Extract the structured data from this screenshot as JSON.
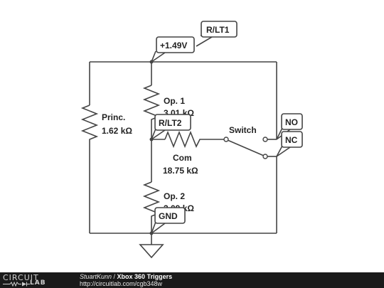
{
  "schematic": {
    "tags": {
      "vsource": "+1.49V",
      "rlt1": "R/LT1",
      "rlt2": "R/LT2",
      "no": "NO",
      "nc": "NC",
      "gnd": "GND"
    },
    "components": {
      "princ_name": "Princ.",
      "princ_value": "1.62 kΩ",
      "op1_name": "Op. 1",
      "op1_value": "3.01 kΩ",
      "com_name": "Com",
      "com_value": "18.75 kΩ",
      "switch_name": "Switch",
      "op2_name": "Op. 2",
      "op2_value": "3.09 kΩ"
    }
  },
  "footer": {
    "logo_top": "CIRCUIT",
    "logo_bottom": "LAB",
    "author": "StuartKunn",
    "separator": " / ",
    "title": "Xbox 360 Triggers",
    "url": "http://circuitlab.com/cgb348w"
  }
}
